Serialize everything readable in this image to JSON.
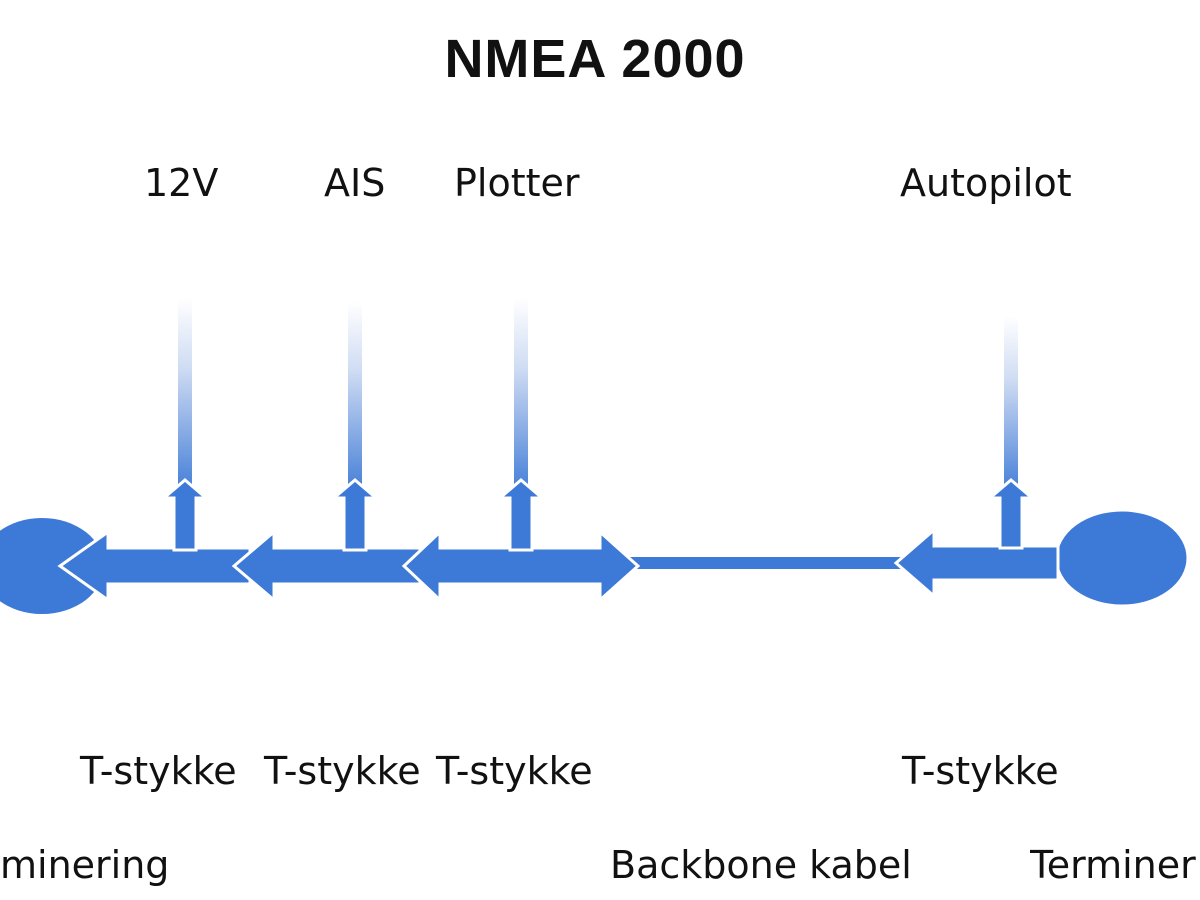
{
  "title": "NMEA 2000",
  "devices": {
    "power": "12V",
    "ais": "AIS",
    "plotter": "Plotter",
    "autopilot": "Autopilot"
  },
  "connectors": {
    "t1": "T-stykke",
    "t2": "T-stykke",
    "t3": "T-stykke",
    "t4": "T-stykke"
  },
  "bottom": {
    "left_termination": "minering",
    "backbone": "Backbone kabel",
    "right_termination": "Terminer"
  },
  "colors": {
    "accent": "#3d79d6",
    "text": "#111111"
  }
}
